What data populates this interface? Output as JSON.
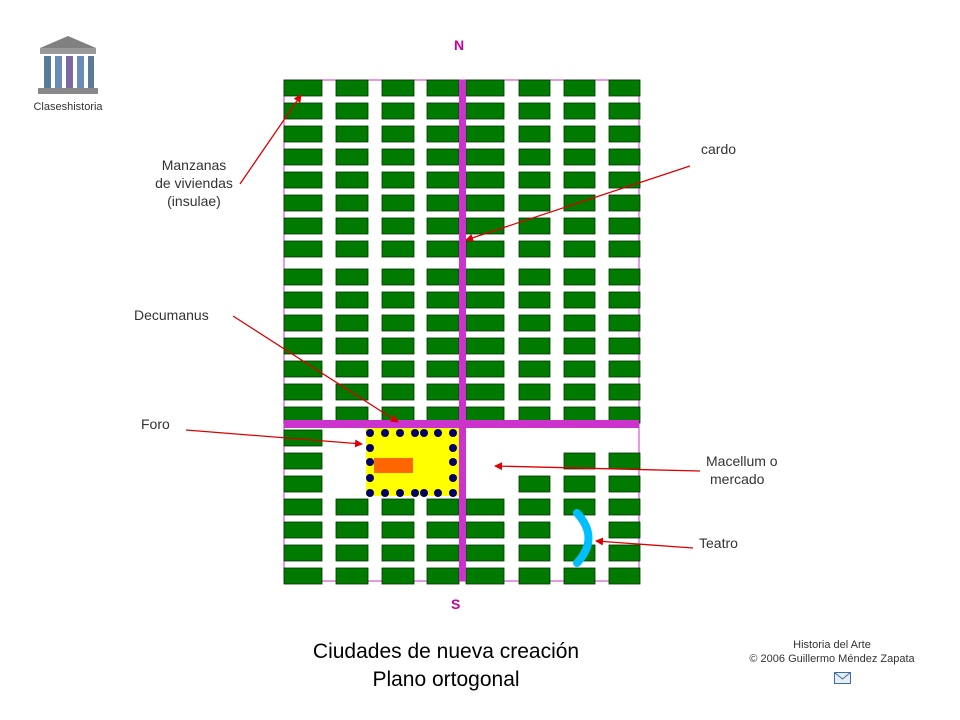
{
  "logo": {
    "icon": "greek-temple-icon",
    "caption": "Claseshistoria"
  },
  "compass": {
    "north": "N",
    "south": "S"
  },
  "labels": {
    "insulae": [
      "Manzanas",
      "de viviendas",
      "(insulae)"
    ],
    "cardo": "cardo",
    "decumanus": "Decumanus",
    "foro": "Foro",
    "macellum": [
      "Macellum o",
      "mercado"
    ],
    "teatro": "Teatro"
  },
  "title": {
    "line1": "Ciudades de nueva creación",
    "line2": "Plano ortogonal"
  },
  "credit": {
    "line1": "Historia del Arte",
    "line2": "© 2006 Guillermo Méndez Zapata"
  },
  "mail_icon": "mail-icon",
  "colors": {
    "block": "#007a00",
    "street": "#cc33cc",
    "forum": "#ffff00",
    "temple": "#ff6600",
    "columns": "#000066",
    "theatre": "#00bfff",
    "arrow": "#dd0000"
  }
}
